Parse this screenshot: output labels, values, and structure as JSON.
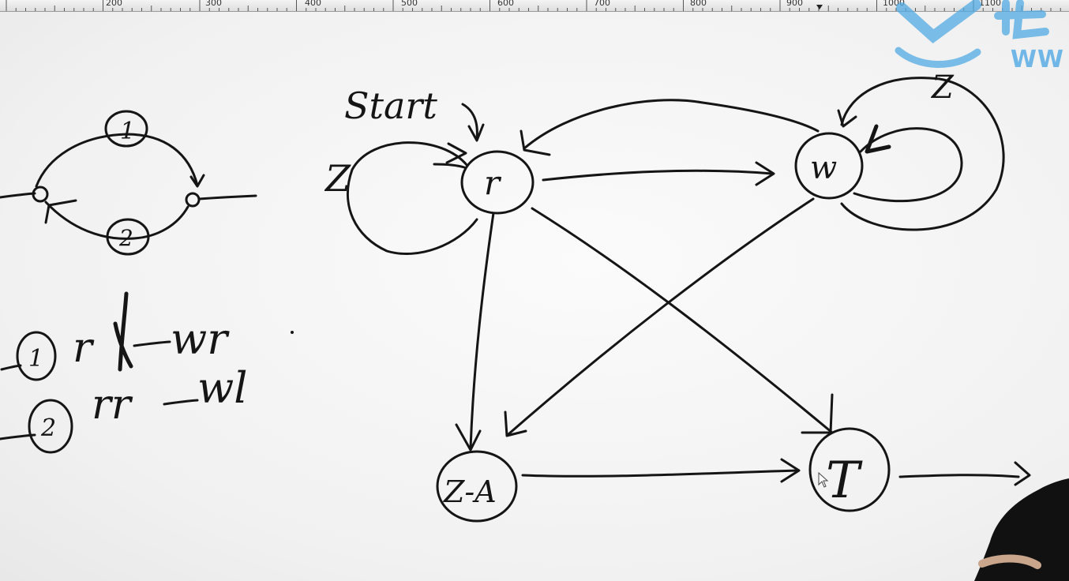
{
  "ruler": {
    "labels": [
      "200",
      "300",
      "400",
      "500",
      "600",
      "700",
      "800",
      "900",
      "1000",
      "1100"
    ]
  },
  "whiteboard": {
    "left_panel": {
      "top_circle_label": "1",
      "bottom_circle_label": "2",
      "line1_marker": "1",
      "line1_text": "r",
      "line1_tail": "wr",
      "line2_marker": "2",
      "line2_text": "rr",
      "line2_tail": "wl"
    },
    "graph": {
      "start_label": "Start",
      "self_loop_r_label": "Z",
      "self_loop_w_label": "Z",
      "node_r": "r",
      "node_w": "w",
      "node_za": "Z-A",
      "node_t": "T"
    }
  },
  "watermark": {
    "text": "WW",
    "color": "#4fa9e3"
  },
  "colors": {
    "ink": "#151515",
    "board": "#f4f4f4"
  },
  "icons": {
    "cursor": "pointer-cursor-icon",
    "ruler_marker": "tab-marker-icon",
    "logo": "brand-logo-icon"
  }
}
